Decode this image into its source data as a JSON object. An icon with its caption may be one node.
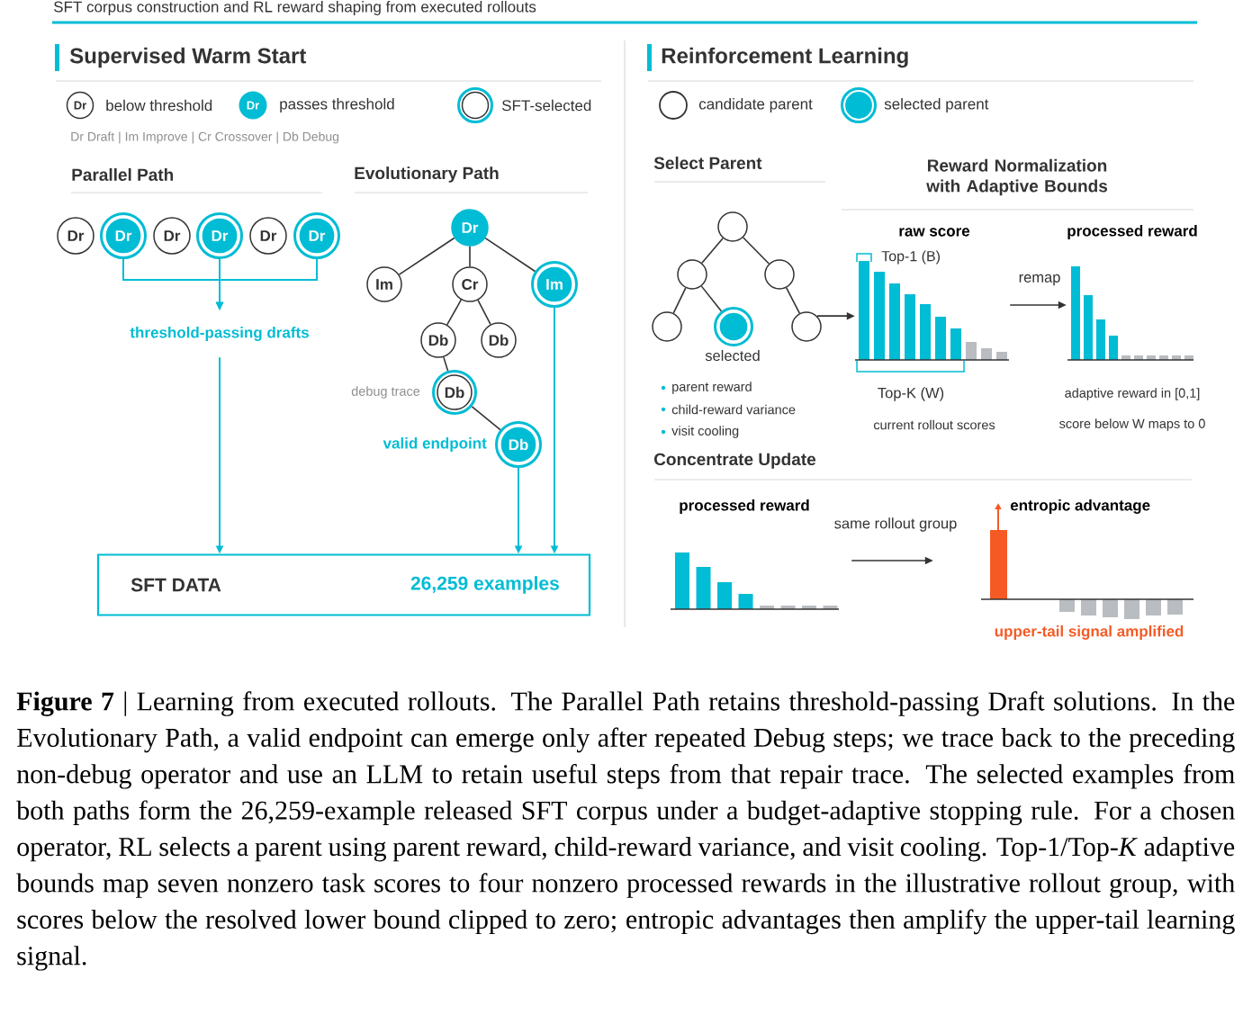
{
  "diagram": {
    "title": "SFT corpus construction and RL reward shaping from executed rollouts",
    "caption": "**Figure 7** | Learning from executed rollouts. The Parallel Path retains threshold-passing Draft solutions. In the Evolutionary Path, a valid endpoint can emerge only after repeated Debug steps; we trace back to the preceding non-debug operator and use an LLM to retain useful steps from that repair trace. The selected examples from both paths form the 26,259-example released SFT corpus under a budget-adaptive stopping rule. For a chosen operator, RL selects a parent using parent reward, child-reward variance, and visit cooling. Top-1/Top-*K* adaptive bounds map seven nonzero task scores to four nonzero processed rewards in the illustrative rollout group, with scores below the resolved lower bound clipped to zero; entropic advantages then amplify the upper-tail learning signal.",
    "nodes": [
      {
        "text": [
          "Dr"
        ]
      },
      {
        "text": [
          "Dr"
        ]
      },
      {
        "text": [
          "Dr"
        ]
      },
      {
        "text": [
          "Dr"
        ]
      },
      {
        "text": [
          "Dr"
        ]
      },
      {
        "text": [
          "Dr"
        ]
      },
      {
        "text": [
          "threshold-passing drafts"
        ]
      },
      {
        "text": [
          "Dr"
        ]
      },
      {
        "text": [
          "Im"
        ]
      },
      {
        "text": [
          "Cr"
        ]
      },
      {
        "text": [
          "Im"
        ]
      },
      {
        "text": [
          "Db"
        ]
      },
      {
        "text": [
          "Db"
        ]
      },
      {
        "text": [
          "Db"
        ],
        "beside": [
          "debug trace"
        ]
      },
      {
        "text": [
          "Db"
        ],
        "beside": [
          "valid endpoint"
        ]
      },
      {
        "text": [
          "SFT DATA",
          "26,259 examples"
        ]
      },
      {
        "text": [],
        "shape": "circle"
      },
      {
        "text": [],
        "shape": "circle"
      },
      {
        "text": [],
        "shape": "circle"
      },
      {
        "text": [],
        "shape": "circle"
      },
      {
        "text": [],
        "shape": "circle",
        "beside": [
          "selected"
        ]
      },
      {
        "text": [],
        "shape": "circle"
      },
      {
        "text": [
          "raw score"
        ],
        "beside": [
          "Top-K (W)",
          "current rollout scores"
        ]
      },
      {
        "text": [
          "processed reward"
        ],
        "beside": [
          "adaptive reward in [0,1]",
          "score below W maps to 0"
        ]
      },
      {
        "text": [
          "processed reward"
        ]
      },
      {
        "text": [
          "entropic advantage"
        ],
        "beside": [
          "upper-tail signal amplified"
        ]
      }
    ],
    "edges": [
      {
        "from": 1,
        "to": 6,
        "arrow": "to",
        "color": "#00bcd4"
      },
      {
        "from": 3,
        "to": 6,
        "arrow": "to",
        "color": "#00bcd4"
      },
      {
        "from": 5,
        "to": 6,
        "arrow": "to",
        "color": "#00bcd4"
      },
      {
        "from": 6,
        "to": 15,
        "arrow": "to",
        "color": "#00bcd4"
      },
      {
        "from": 7,
        "to": 8,
        "arrow": "none"
      },
      {
        "from": 7,
        "to": 9,
        "arrow": "none"
      },
      {
        "from": 7,
        "to": 10,
        "arrow": "none"
      },
      {
        "from": 9,
        "to": 11,
        "arrow": "none"
      },
      {
        "from": 9,
        "to": 12,
        "arrow": "none"
      },
      {
        "from": 11,
        "to": 13,
        "arrow": "none"
      },
      {
        "from": 13,
        "to": 14,
        "arrow": "none"
      },
      {
        "from": 14,
        "to": 15,
        "arrow": "to",
        "color": "#00bcd4"
      },
      {
        "from": 10,
        "to": 15,
        "arrow": "to",
        "color": "#00bcd4"
      },
      {
        "from": 16,
        "to": 17,
        "arrow": "none"
      },
      {
        "from": 16,
        "to": 18,
        "arrow": "none"
      },
      {
        "from": 17,
        "to": 19,
        "arrow": "none"
      },
      {
        "from": 17,
        "to": 20,
        "arrow": "none"
      },
      {
        "from": 18,
        "to": 21,
        "arrow": "none"
      },
      {
        "from": 21,
        "to": 22,
        "arrow": "to"
      },
      {
        "from": 22,
        "to": 23,
        "arrow": "to",
        "label": "remap"
      },
      {
        "from": 24,
        "to": 25,
        "arrow": "to",
        "label": "same rollout group"
      }
    ],
    "labels": [
      "Supervised Warm Start",
      "Dr",
      "Dr",
      "Dr Draft | Im Improve | Cr Crossover | Db Debug",
      "Parallel Path",
      "Evolutionary Path",
      "Reinforcement Learning",
      "Select Parent",
      "Reward Normalization with Adaptive Bounds",
      "Top-1 (B)",
      "parent reward",
      "child-reward variance",
      "visit cooling",
      "Concentrate Update"
    ],
    "legend": [
      {
        "text": "below threshold"
      },
      {
        "text": "passes threshold"
      },
      {
        "text": "SFT-selected"
      },
      {
        "text": "candidate parent"
      },
      {
        "text": "selected parent"
      }
    ]
  }
}
